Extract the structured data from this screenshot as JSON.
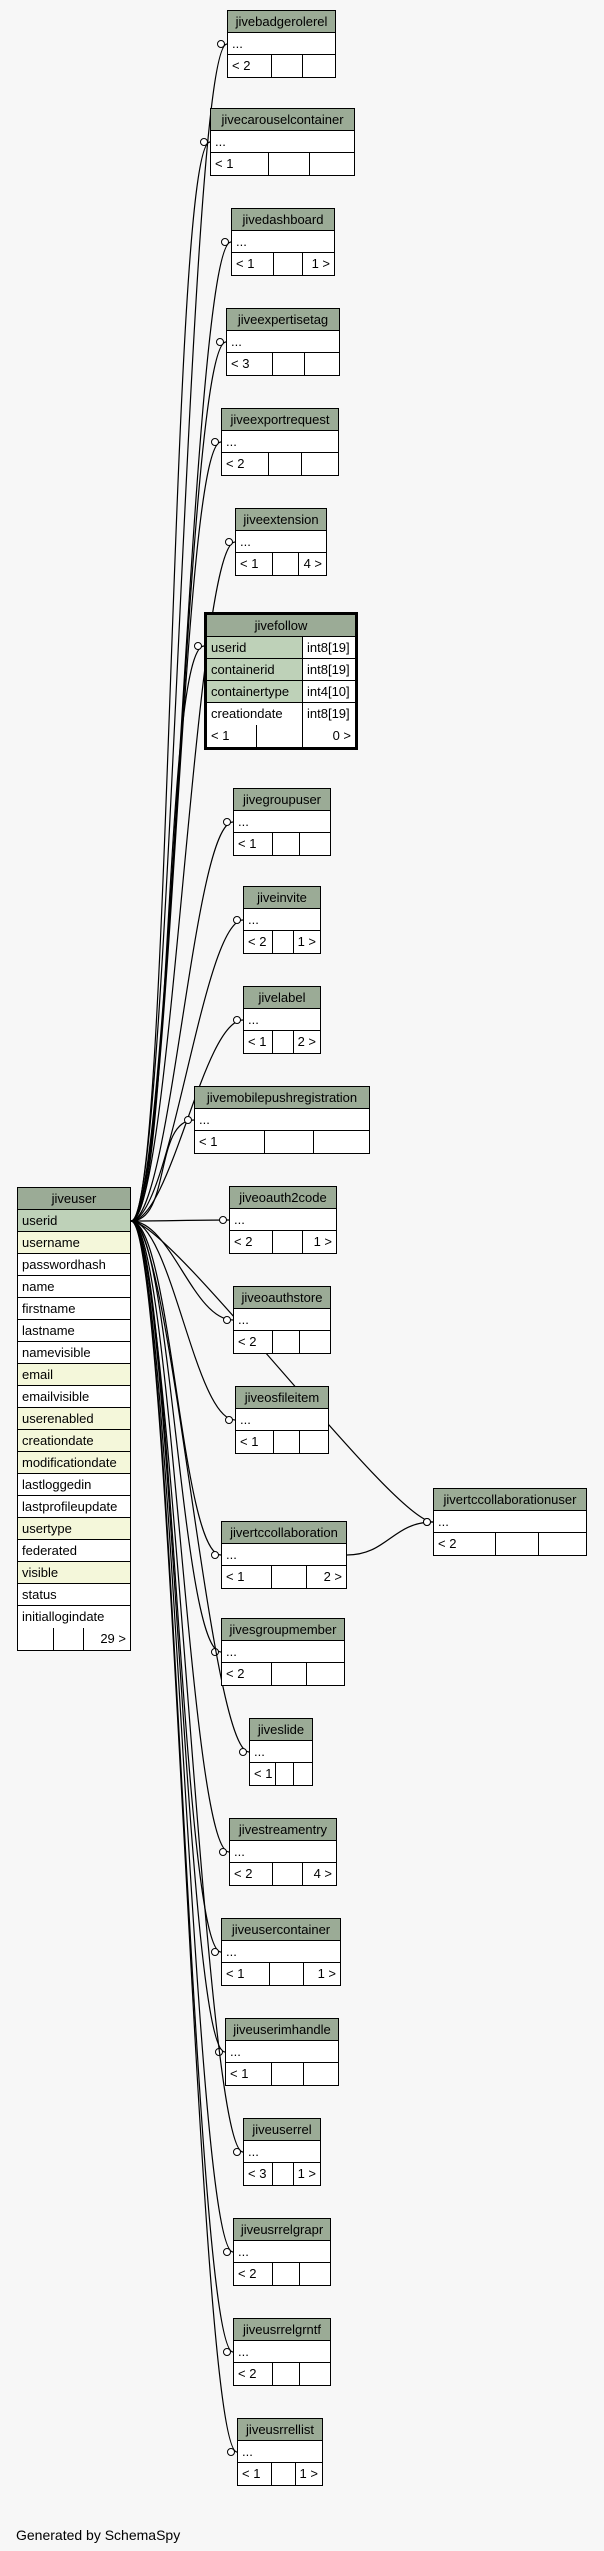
{
  "footer": "Generated by SchemaSpy",
  "main_table": {
    "name": "jiveuser",
    "columns": [
      {
        "name": "userid",
        "kind": "pk"
      },
      {
        "name": "username",
        "kind": "idx"
      },
      {
        "name": "passwordhash",
        "kind": "plain"
      },
      {
        "name": "name",
        "kind": "plain"
      },
      {
        "name": "firstname",
        "kind": "plain"
      },
      {
        "name": "lastname",
        "kind": "plain"
      },
      {
        "name": "namevisible",
        "kind": "plain"
      },
      {
        "name": "email",
        "kind": "idx"
      },
      {
        "name": "emailvisible",
        "kind": "plain"
      },
      {
        "name": "userenabled",
        "kind": "idx"
      },
      {
        "name": "creationdate",
        "kind": "idx"
      },
      {
        "name": "modificationdate",
        "kind": "idx"
      },
      {
        "name": "lastloggedin",
        "kind": "plain"
      },
      {
        "name": "lastprofileupdate",
        "kind": "plain"
      },
      {
        "name": "usertype",
        "kind": "idx"
      },
      {
        "name": "federated",
        "kind": "plain"
      },
      {
        "name": "visible",
        "kind": "idx"
      },
      {
        "name": "status",
        "kind": "plain"
      },
      {
        "name": "initiallogindate",
        "kind": "plain"
      }
    ],
    "footer": [
      "",
      "",
      "29 >"
    ]
  },
  "focus_table": {
    "name": "jivefollow",
    "columns": [
      {
        "name": "userid",
        "type": "int8[19]",
        "kind": "pk"
      },
      {
        "name": "containerid",
        "type": "int8[19]",
        "kind": "pk"
      },
      {
        "name": "containertype",
        "type": "int4[10]",
        "kind": "pk"
      },
      {
        "name": "creationdate",
        "type": "int8[19]",
        "kind": "plain"
      }
    ],
    "footer": [
      "< 1",
      "",
      "0 >"
    ]
  },
  "tables": [
    {
      "name": "jivebadgerolerel",
      "body": "...",
      "footer": [
        "< 2",
        "",
        ""
      ]
    },
    {
      "name": "jivecarouselcontainer",
      "body": "...",
      "footer": [
        "< 1",
        "",
        ""
      ]
    },
    {
      "name": "jivedashboard",
      "body": "...",
      "footer": [
        "< 1",
        "",
        "1 >"
      ]
    },
    {
      "name": "jiveexpertisetag",
      "body": "...",
      "footer": [
        "< 3",
        "",
        ""
      ]
    },
    {
      "name": "jiveexportrequest",
      "body": "...",
      "footer": [
        "< 2",
        "",
        ""
      ]
    },
    {
      "name": "jiveextension",
      "body": "...",
      "footer": [
        "< 1",
        "",
        "4 >"
      ]
    },
    {
      "name": "jivegroupuser",
      "body": "...",
      "footer": [
        "< 1",
        "",
        ""
      ]
    },
    {
      "name": "jiveinvite",
      "body": "...",
      "footer": [
        "< 2",
        "",
        "1 >"
      ]
    },
    {
      "name": "jivelabel",
      "body": "...",
      "footer": [
        "< 1",
        "",
        "2 >"
      ]
    },
    {
      "name": "jivemobilepushregistration",
      "body": "...",
      "footer": [
        "< 1",
        "",
        ""
      ]
    },
    {
      "name": "jiveoauth2code",
      "body": "...",
      "footer": [
        "< 2",
        "",
        "1 >"
      ]
    },
    {
      "name": "jiveoauthstore",
      "body": "...",
      "footer": [
        "< 2",
        "",
        ""
      ]
    },
    {
      "name": "jiveosfileitem",
      "body": "...",
      "footer": [
        "< 1",
        "",
        ""
      ]
    },
    {
      "name": "jivertccollaboration",
      "body": "...",
      "footer": [
        "< 1",
        "",
        "2 >"
      ]
    },
    {
      "name": "jivesgroupmember",
      "body": "...",
      "footer": [
        "< 2",
        "",
        ""
      ]
    },
    {
      "name": "jiveslide",
      "body": "...",
      "footer": [
        "< 1",
        "",
        ""
      ]
    },
    {
      "name": "jivestreamentry",
      "body": "...",
      "footer": [
        "< 2",
        "",
        "4 >"
      ]
    },
    {
      "name": "jiveusercontainer",
      "body": "...",
      "footer": [
        "< 1",
        "",
        "1 >"
      ]
    },
    {
      "name": "jiveuserimhandle",
      "body": "...",
      "footer": [
        "< 1",
        "",
        ""
      ]
    },
    {
      "name": "jiveuserrel",
      "body": "...",
      "footer": [
        "< 3",
        "",
        "1 >"
      ]
    },
    {
      "name": "jiveusrrelgrapr",
      "body": "...",
      "footer": [
        "< 2",
        "",
        ""
      ]
    },
    {
      "name": "jiveusrrelgrntf",
      "body": "...",
      "footer": [
        "< 2",
        "",
        ""
      ]
    },
    {
      "name": "jiveusrrellist",
      "body": "...",
      "footer": [
        "< 1",
        "",
        "1 >"
      ]
    },
    {
      "name": "jivertccollaborationuser",
      "body": "...",
      "footer": [
        "< 2",
        "",
        ""
      ]
    }
  ]
}
